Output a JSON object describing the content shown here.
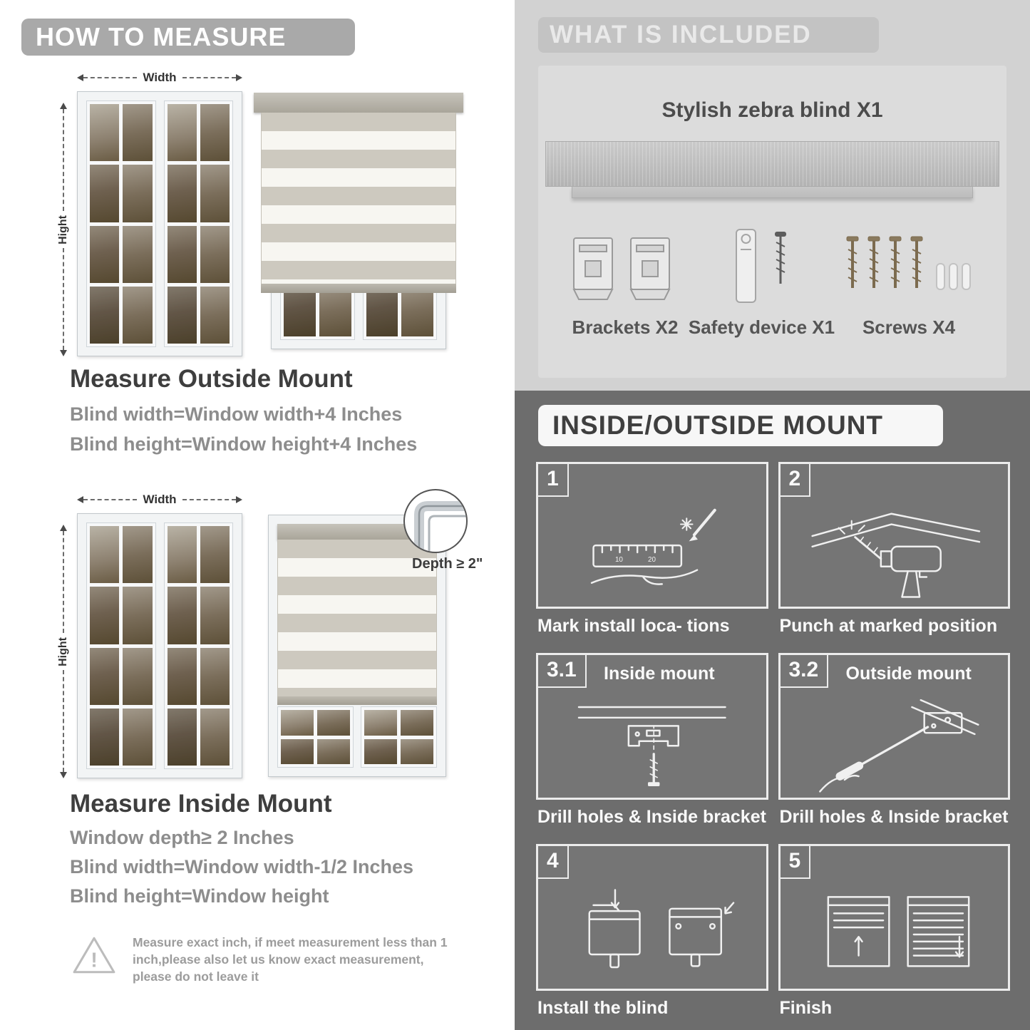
{
  "palette": {
    "left_banner": "#a9a9a9",
    "right_top_bg": "#d2d2d2",
    "included_panel_bg": "#dcdcdc",
    "dark_section_bg": "#6d6d6d",
    "heading_text": "#3e3e3e",
    "muted_text": "#8d8d8d",
    "blind_stripe": "#cdc9bf"
  },
  "left": {
    "header": "HOW TO MEASURE",
    "width_label": "Width",
    "height_label": "Hight",
    "outside": {
      "title": "Measure Outside Mount",
      "line1": "Blind width=Window width+4 Inches",
      "line2": "Blind height=Window height+4 Inches"
    },
    "inside": {
      "title": "Measure Inside Mount",
      "depth_note": "Depth ≥ 2\"",
      "line1": "Window depth≥ 2 Inches",
      "line2": "Blind width=Window width-1/2 Inches",
      "line3": "Blind height=Window height"
    },
    "warning": {
      "icon": "warning-triangle-icon",
      "text": "Measure exact inch, if meet measurement less than 1 inch,please also let us know exact measurement, please do not leave it"
    }
  },
  "included": {
    "header": "WHAT IS INCLUDED",
    "product_title": "Stylish zebra blind X1",
    "items": [
      {
        "icon": "brackets-icon",
        "label": "Brackets X2"
      },
      {
        "icon": "safety-device-icon",
        "label": "Safety device X1"
      },
      {
        "icon": "screws-icon",
        "label": "Screws X4"
      }
    ]
  },
  "mount": {
    "header": "INSIDE/OUTSIDE MOUNT",
    "steps": [
      {
        "num": "1",
        "caption": "Mark install loca- tions"
      },
      {
        "num": "2",
        "caption": "Punch at  marked position"
      },
      {
        "num": "3.1",
        "label": "Inside mount",
        "caption": "Drill holes &  Inside bracket"
      },
      {
        "num": "3.2",
        "label": "Outside mount",
        "caption": "Drill holes &  Inside bracket"
      },
      {
        "num": "4",
        "caption": "Install the blind"
      },
      {
        "num": "5",
        "caption": "Finish"
      }
    ]
  }
}
